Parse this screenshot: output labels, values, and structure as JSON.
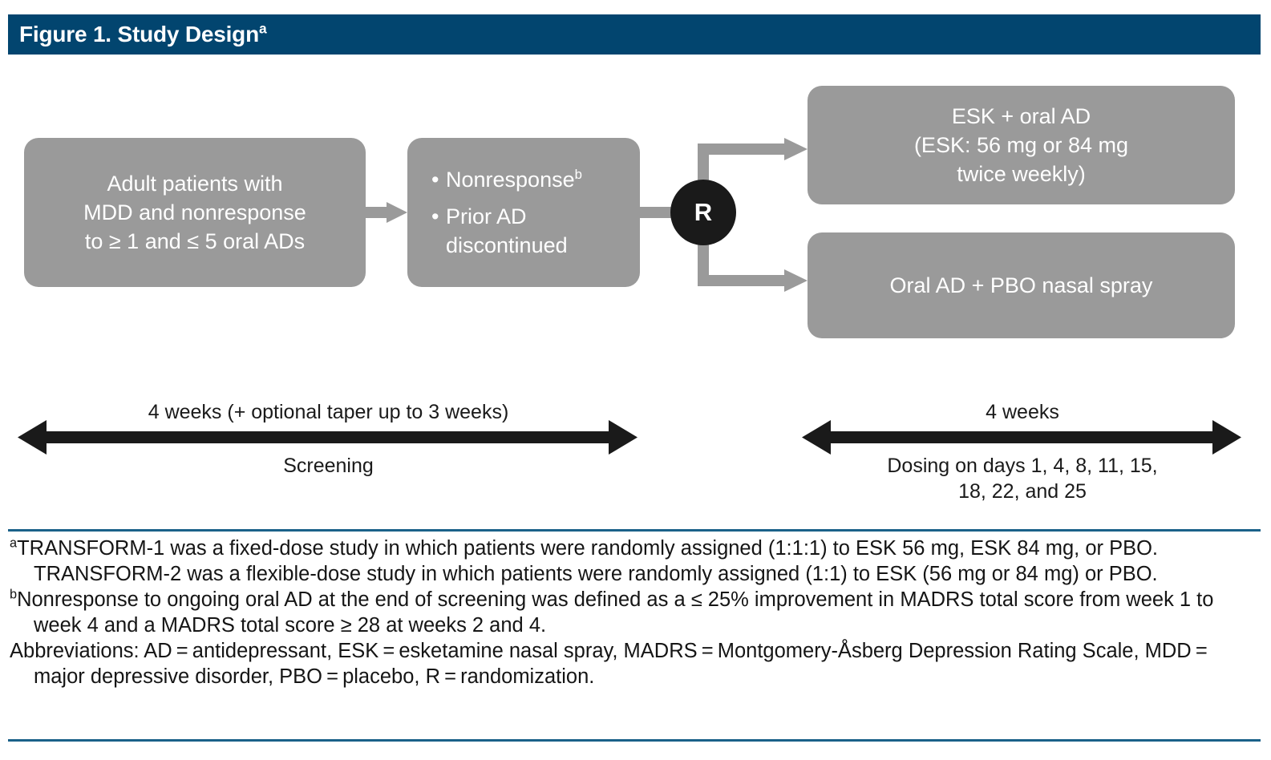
{
  "figure": {
    "title_prefix": "Figure 1. Study Design",
    "title_superscript": "a",
    "header_color": "#02456f",
    "box_color": "#9a9a9a",
    "connector_color": "#9a9a9a",
    "randomization_node_color": "#1a1a1a",
    "rule_color": "#1a6189"
  },
  "diagram": {
    "box_screening": {
      "line1": "Adult patients with",
      "line2": "MDD and nonresponse",
      "line3": "to ≥ 1 and ≤ 5 oral ADs"
    },
    "box_criteria": {
      "bullet1": "Nonresponse",
      "bullet1_superscript": "b",
      "bullet2": "Prior AD discontinued",
      "bullet_glyph": "•"
    },
    "randomization_node": {
      "label": "R"
    },
    "box_esk": {
      "line1": "ESK + oral AD",
      "line2": "(ESK: 56 mg or 84 mg",
      "line3": "twice weekly)"
    },
    "box_pbo": {
      "line1": "Oral AD + PBO nasal spray"
    }
  },
  "timeline": {
    "left": {
      "top_label": "4 weeks (+ optional taper up to 3 weeks)",
      "bottom_label": "Screening"
    },
    "right": {
      "top_label": "4 weeks",
      "bottom_label": "Dosing on days 1, 4, 8, 11, 15,\n18, 22, and 25"
    }
  },
  "footnotes": {
    "a": {
      "marker": "a",
      "text": "TRANSFORM-1 was a fixed-dose study in which patients were randomly assigned (1:1:1) to ESK 56 mg, ESK 84 mg, or PBO. TRANSFORM-2 was a flexible-dose study in which patients were randomly assigned (1:1) to ESK (56 mg or 84 mg) or PBO."
    },
    "b": {
      "marker": "b",
      "text": "Nonresponse to ongoing oral AD at the end of screening was defined as a ≤ 25% improvement in MADRS total score from week 1 to week 4 and a MADRS total score ≥ 28 at weeks 2 and 4."
    },
    "abbreviations": {
      "text": "Abbreviations: AD = antidepressant, ESK = esketamine nasal spray, MADRS = Montgomery-Åsberg Depression Rating Scale, MDD = major depressive disorder, PBO = placebo, R = randomization."
    }
  }
}
